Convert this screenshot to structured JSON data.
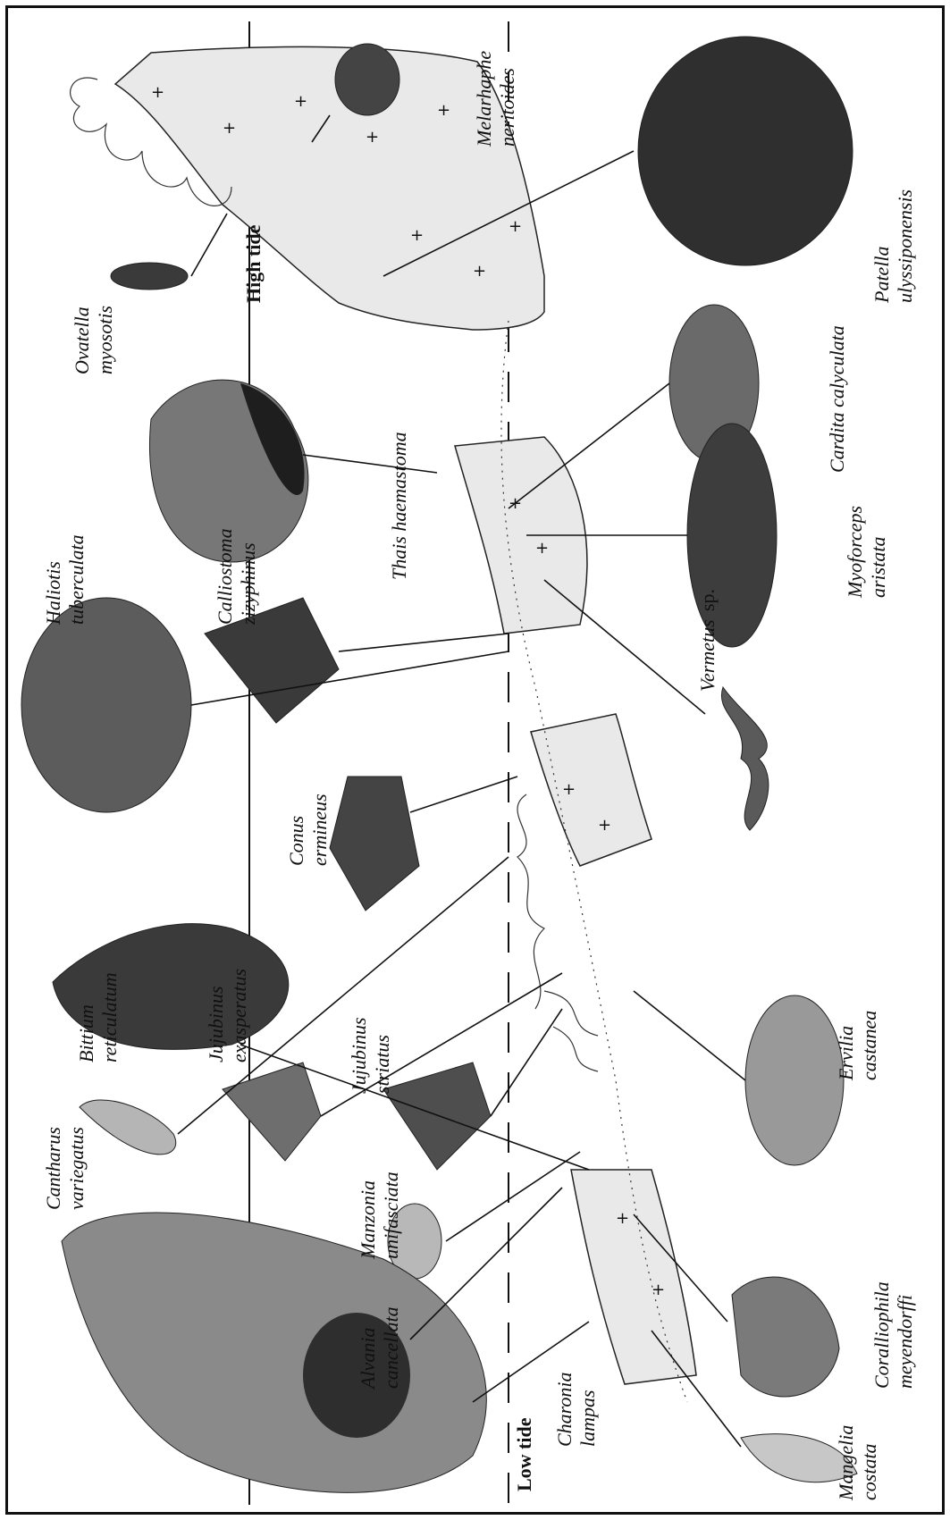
{
  "tide_labels": {
    "high": "High tide",
    "low": "Low tide"
  },
  "species": [
    {
      "id": "ovatella",
      "genus": "Ovatella",
      "epithet": "myosotis"
    },
    {
      "id": "melarhaphe",
      "genus": "Melarhaphe",
      "epithet": "neritoides"
    },
    {
      "id": "patella",
      "genus": "Patella",
      "epithet": "ulyssiponensis"
    },
    {
      "id": "thais",
      "genus": "Thais haemastoma",
      "epithet": ""
    },
    {
      "id": "haliotis",
      "genus": "Haliotis",
      "epithet": "tuberculata"
    },
    {
      "id": "calliostoma",
      "genus": "Calliostoma",
      "epithet": "zizyphinus"
    },
    {
      "id": "cardita",
      "genus": "Cardita calyculata",
      "epithet": ""
    },
    {
      "id": "myoforceps",
      "genus": "Myoforceps",
      "epithet": "aristata"
    },
    {
      "id": "vermetus",
      "genus": "Vermetus",
      "epithet": "sp."
    },
    {
      "id": "conus",
      "genus": "Conus",
      "epithet": "ermineus"
    },
    {
      "id": "bittium",
      "genus": "Bittium",
      "epithet": "reticulatum"
    },
    {
      "id": "jujubinus_ex",
      "genus": "Jujubinus",
      "epithet": "exasperatus"
    },
    {
      "id": "jujubinus_st",
      "genus": "Jujubinus",
      "epithet": "striatus"
    },
    {
      "id": "ervilia",
      "genus": "Ervilia",
      "epithet": "castanea"
    },
    {
      "id": "manzonia",
      "genus": "Manzonia",
      "epithet": "unifasciata"
    },
    {
      "id": "cantharus",
      "genus": "Cantharus",
      "epithet": "variegatus"
    },
    {
      "id": "alvania",
      "genus": "Alvania",
      "epithet": "cancellata"
    },
    {
      "id": "coralliophila",
      "genus": "Coralliophila",
      "epithet": "meyendorffi"
    },
    {
      "id": "mangelia",
      "genus": "Mangelia",
      "epithet": "costata"
    },
    {
      "id": "charonia",
      "genus": "Charonia",
      "epithet": "lampas"
    }
  ],
  "colors": {
    "rock": "#e9e9e9",
    "ink": "#111111",
    "shell_dark": "#3a3a3a",
    "shell_mid": "#8a8a8a",
    "shell_light": "#c8c8c8"
  }
}
